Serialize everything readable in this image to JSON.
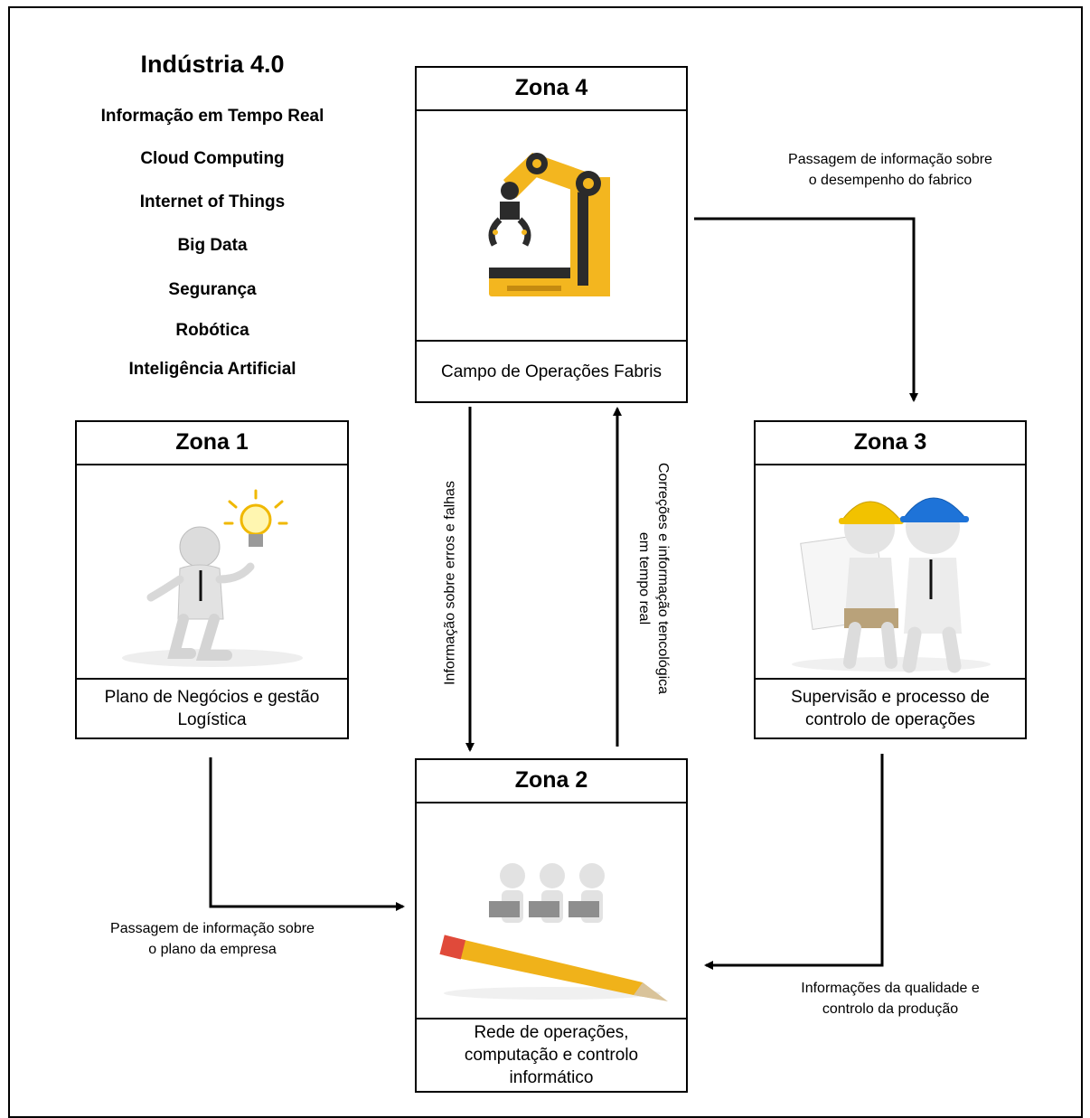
{
  "industria": {
    "title": "Indústria 4.0",
    "items": [
      "Informação em Tempo Real",
      "Cloud Computing",
      "Internet of Things",
      "Big Data",
      "Segurança",
      "Robótica",
      "Inteligência Artificial"
    ]
  },
  "zones": {
    "z4": {
      "title": "Zona 4",
      "caption": "Campo de Operações Fabris",
      "icon": "robotic-arm-icon"
    },
    "z1": {
      "title": "Zona 1",
      "caption": "Plano de Negócios e gestão Logística",
      "icon": "idea-person-icon"
    },
    "z3": {
      "title": "Zona 3",
      "caption": "Supervisão e processo de controlo de operações",
      "icon": "engineers-icon"
    },
    "z2": {
      "title": "Zona 2",
      "caption": "Rede de operações, computação e controlo informático",
      "icon": "team-pencil-icon"
    }
  },
  "flows": {
    "z4_to_z3": {
      "line1": "Passagem de informação sobre",
      "line2": "o desempenho do fabrico"
    },
    "z4_to_z2": "Informação sobre erros e falhas",
    "z2_to_z4": {
      "line1": "Correções e informação tencológica",
      "line2": "em tempo real"
    },
    "z1_to_z2": {
      "line1": "Passagem de informação sobre",
      "line2": "o plano da empresa"
    },
    "z3_to_z2": {
      "line1": "Informações da qualidade e",
      "line2": "controlo da produção"
    }
  },
  "colors": {
    "border": "#000000",
    "robot_yellow": "#f3b61f",
    "helmet_yellow": "#f2c200",
    "helmet_blue": "#1e73d8",
    "figure_gray": "#e6e6e6"
  }
}
